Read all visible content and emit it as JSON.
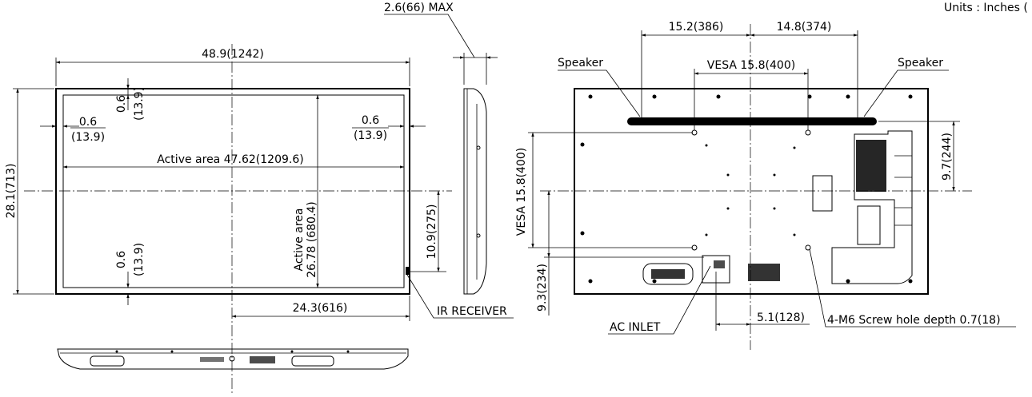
{
  "units_note": "Units : Inches (",
  "front": {
    "width": "48.9(1242)",
    "height": "28.1(713)",
    "depth_max": "2.6(66) MAX",
    "bezel_left_in": "0.6",
    "bezel_left_mm": "(13.9)",
    "bezel_right_in": "0.6",
    "bezel_right_mm": "(13.9)",
    "bezel_top": "0.6",
    "bezel_top_mm": "(13.9)",
    "bezel_bottom": "0.6",
    "bezel_bottom_mm": "(13.9)",
    "active_width": "Active area 47.62(1209.6)",
    "active_height_label": "Active area",
    "active_height_value": "26.78 (680.4)",
    "center_to_right": "24.3(616)",
    "ir_height": "10.9(275)",
    "ir_receiver": "IR RECEIVER"
  },
  "rear": {
    "left_span": "15.2(386)",
    "right_span": "14.8(374)",
    "vesa_h": "VESA 15.8(400)",
    "vesa_v": "VESA 15.8(400)",
    "speaker_left": "Speaker",
    "speaker_right": "Speaker",
    "right_offset": "9.7(244)",
    "bottom_offset": "9.3(234)",
    "center_offset": "5.1(128)",
    "ac_inlet": "AC INLET",
    "screw_note": "4-M6 Screw hole depth 0.7(18)"
  }
}
